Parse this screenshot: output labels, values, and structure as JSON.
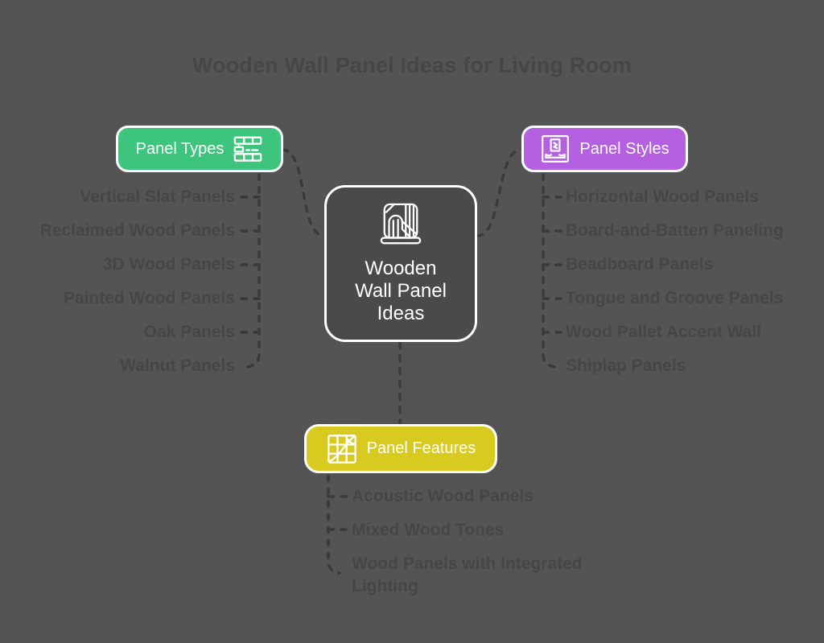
{
  "title": "Wooden Wall Panel Ideas for Living Room",
  "colors": {
    "background": "#545454",
    "muted_text": "#464646",
    "connector": "#3A3A3A",
    "center_fill": "#4A4A4A",
    "node_border": "#FFFFFF",
    "node_text": "#FFFFFF",
    "panel_types_green": "#3EC57D",
    "panel_styles_purple": "#B560E0",
    "panel_features_yellow": "#D9CA20"
  },
  "center_node": {
    "label": "Wooden Wall Panel Ideas",
    "lines": [
      "Wooden",
      "Wall Panel",
      "Ideas"
    ],
    "icon": "wood-panel-icon"
  },
  "branches": {
    "panel_types": {
      "label": "Panel Types",
      "icon": "planks-icon",
      "items": [
        "Vertical Slat Panels",
        "Reclaimed Wood Panels",
        "3D Wood Panels",
        "Painted Wood Panels",
        "Oak Panels",
        "Walnut Panels"
      ]
    },
    "panel_styles": {
      "label": "Panel Styles",
      "icon": "framed-panel-icon",
      "items": [
        "Horizontal Wood Panels",
        "Board-and-Batten Paneling",
        "Beadboard Panels",
        "Tongue and Groove Panels",
        "Wood Pallet Accent Wall",
        "Shiplap Panels"
      ]
    },
    "panel_features": {
      "label": "Panel Features",
      "icon": "grid-texture-icon",
      "items": [
        "Acoustic Wood Panels",
        "Mixed Wood Tones",
        "Wood Panels with Integrated Lighting"
      ]
    }
  }
}
